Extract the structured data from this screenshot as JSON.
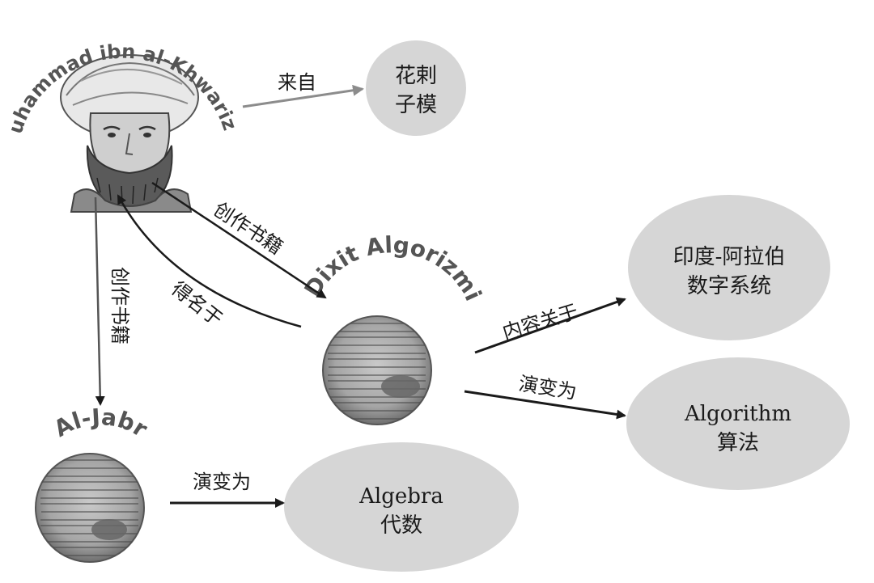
{
  "people": {
    "khwarizmi": {
      "name": "Muhammad ibn al-Khwarizmi"
    }
  },
  "books": {
    "dixit": {
      "title": "Dixit Algorizmi"
    },
    "aljabr": {
      "title": "Al-Jabr"
    }
  },
  "concepts": {
    "khwarezm": {
      "line1": "花剌",
      "line2": "子模"
    },
    "hindu_arabic": {
      "line1": "印度-阿拉伯",
      "line2": "数字系统"
    },
    "algorithm": {
      "line1": "Algorithm",
      "line2": "算法"
    },
    "algebra": {
      "line1": "Algebra",
      "line2": "代数"
    }
  },
  "edges": {
    "from": "来自",
    "wrote_book_1": "创作书籍",
    "named_after": "得名于",
    "wrote_book_2": "创作书籍",
    "about": "内容关于",
    "evolved_1": "演变为",
    "evolved_2": "演变为"
  },
  "colors": {
    "node_fill": "#d6d6d6",
    "arrow_dark": "#1a1a1a",
    "arrow_gray": "#8c8c8c",
    "manuscript": "#a9a9a9"
  },
  "icons": {
    "portrait": "portrait-icon",
    "manuscript": "manuscript-icon"
  }
}
